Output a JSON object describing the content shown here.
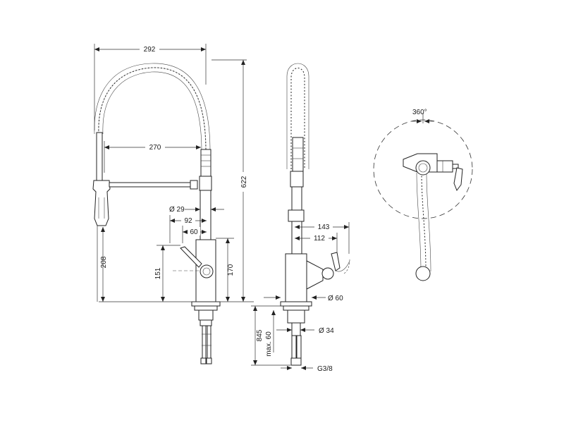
{
  "dimensions": {
    "width_total": "292",
    "reach": "270",
    "hose_diameter": "Ø 29",
    "lever_offset": "92",
    "body_offset": "60",
    "spout_height": "208",
    "lever_height": "151",
    "body_height": "170",
    "total_height": "622",
    "side_reach": "143",
    "side_reach_inner": "112",
    "base_diameter": "Ø 60",
    "mount_hole": "Ø 34",
    "under_counter": "845",
    "max_counter": "max. 60",
    "thread": "G3/8",
    "rotation": "360°"
  }
}
